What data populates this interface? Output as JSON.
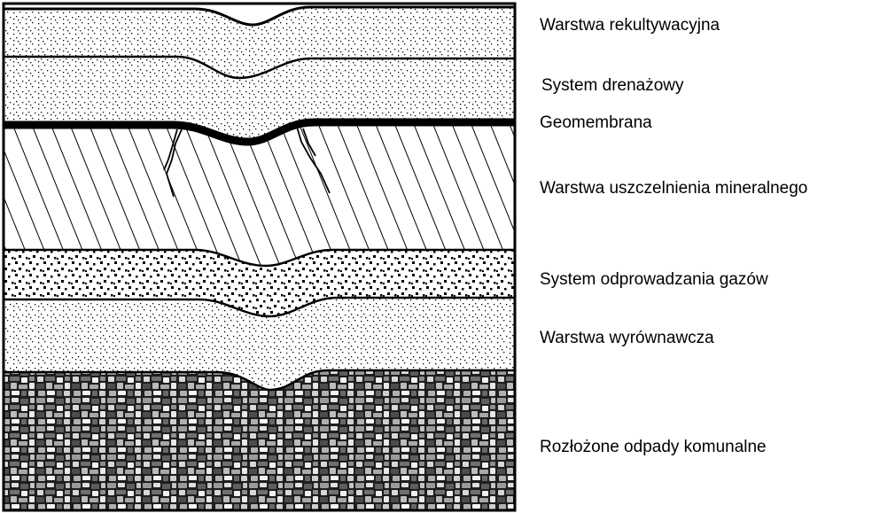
{
  "diagram": {
    "layers": [
      {
        "label": "Warstwa rekultywacyjna",
        "pattern": "fine-dots"
      },
      {
        "label": "System drenażowy",
        "pattern": "fine-dots"
      },
      {
        "label": "Geomembrana",
        "pattern": "thick-line"
      },
      {
        "label": "Warstwa uszczelnienia mineralnego",
        "pattern": "diagonal-hatch"
      },
      {
        "label": "System odprowadzania gazów",
        "pattern": "coarse-dots"
      },
      {
        "label": "Warstwa wyrównawcza",
        "pattern": "fine-dots"
      },
      {
        "label": "Rozłożone odpady komunalne",
        "pattern": "gray-stones"
      }
    ],
    "colors": {
      "line": "#000000",
      "background": "#ffffff",
      "waste_dark": "#2b2b2b",
      "waste_mid": "#8a8a8a",
      "waste_light": "#dcdcdc"
    }
  }
}
